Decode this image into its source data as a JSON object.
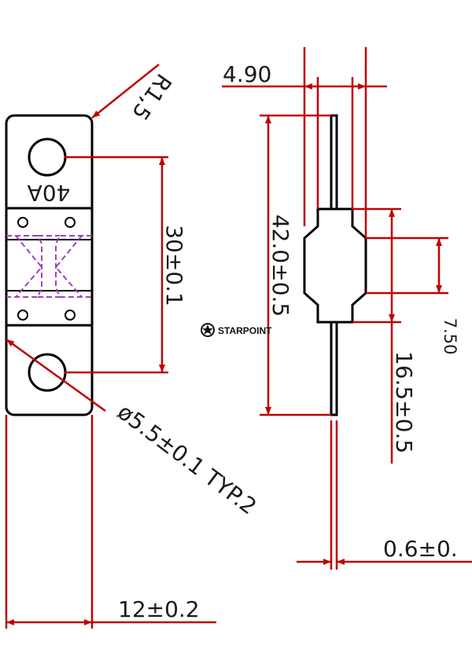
{
  "diagram": {
    "fuse_rating": "40A",
    "dimensions": {
      "corner_radius": "R1,5",
      "blade_thickness": "4.90",
      "hole_spacing": "30±0.1",
      "overall_length": "42.0±0.5",
      "body_width": "7.50",
      "body_length": "16.5±0.5",
      "hole_diameter": "ø5.5±0.1 TYP.2",
      "terminal_thickness": "0.6±0.",
      "overall_width": "12±0.2"
    },
    "watermark": "STARPOINT",
    "colors": {
      "outline": "#000000",
      "dimension_line": "#c00000",
      "fuse_element": "#a040c0",
      "text": "#1a1a1a"
    }
  }
}
